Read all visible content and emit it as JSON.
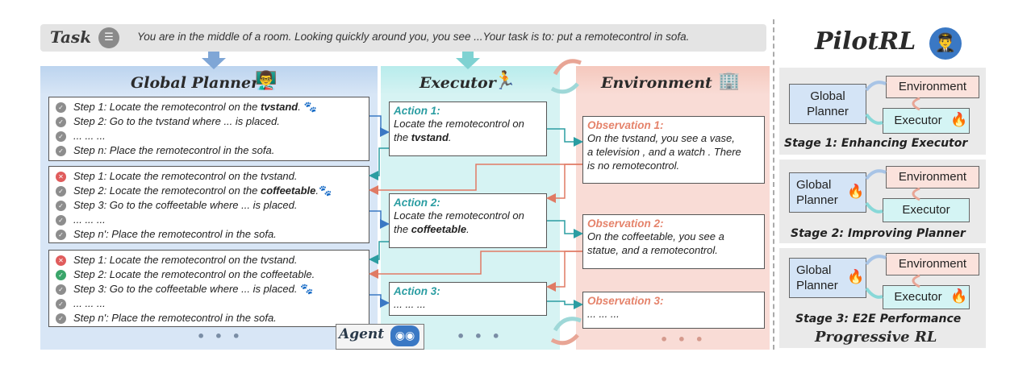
{
  "task": {
    "label": "Task",
    "icon": "task-list-icon",
    "text": "You are in the middle of a room. Looking quickly around you, you see ...Your task is to: put a remotecontrol in sofa."
  },
  "columns": {
    "global_planner": "Global Planner",
    "executor": "Executor",
    "environment": "Environment"
  },
  "planner_boxes": [
    {
      "steps": [
        {
          "status": "check",
          "text": "Step 1: Locate the remotecontrol on the ",
          "bold": "tvstand",
          "suffix": ".",
          "paw": true
        },
        {
          "status": "check",
          "text": "Step 2: Go to the tvstand where ... is placed.",
          "bold": "",
          "suffix": "",
          "paw": false
        },
        {
          "status": "check",
          "text": "... ... ...",
          "bold": "",
          "suffix": "",
          "paw": false
        },
        {
          "status": "check",
          "text": "Step n: Place the remotecontrol in the sofa.",
          "bold": "",
          "suffix": "",
          "paw": false
        }
      ]
    },
    {
      "steps": [
        {
          "status": "cross",
          "text": "Step 1: Locate the remotecontrol on the tvstand.",
          "bold": "",
          "suffix": "",
          "paw": false
        },
        {
          "status": "check",
          "text": "Step 2: Locate the remotecontrol on the ",
          "bold": "coffeetable",
          "suffix": ".",
          "paw": true
        },
        {
          "status": "check",
          "text": "Step 3: Go to the coffeetable where ... is placed.",
          "bold": "",
          "suffix": "",
          "paw": false
        },
        {
          "status": "check",
          "text": "... ... ...",
          "bold": "",
          "suffix": "",
          "paw": false
        },
        {
          "status": "check",
          "text": "Step n': Place the remotecontrol in the sofa.",
          "bold": "",
          "suffix": "",
          "paw": false
        }
      ]
    },
    {
      "steps": [
        {
          "status": "cross",
          "text": "Step 1: Locate the remotecontrol on the tvstand.",
          "bold": "",
          "suffix": "",
          "paw": false
        },
        {
          "status": "done",
          "text": "Step 2: Locate the remotecontrol on the coffeetable.",
          "bold": "",
          "suffix": "",
          "paw": false
        },
        {
          "status": "check",
          "text": "Step 3: Go to the coffeetable where ... is placed.",
          "bold": "",
          "suffix": "",
          "paw": true
        },
        {
          "status": "check",
          "text": "... ... ...",
          "bold": "",
          "suffix": "",
          "paw": false
        },
        {
          "status": "check",
          "text": "Step n': Place the remotecontrol in the sofa.",
          "bold": "",
          "suffix": "",
          "paw": false
        }
      ]
    }
  ],
  "actions": [
    {
      "title": "Action 1:",
      "lines": [
        "Locate the remotecontrol on",
        "the "
      ],
      "bold": "tvstand",
      "suffix": "."
    },
    {
      "title": "Action 2:",
      "lines": [
        "Locate the remotecontrol on",
        "the "
      ],
      "bold": "coffeetable",
      "suffix": "."
    },
    {
      "title": "Action 3:",
      "lines": [
        "... ... ..."
      ],
      "bold": "",
      "suffix": ""
    }
  ],
  "observations": [
    {
      "title": "Observation 1:",
      "lines": [
        "On the tvstand, you see a vase,",
        "a television , and a watch . There",
        "is no remotecontrol."
      ]
    },
    {
      "title": "Observation 2:",
      "lines": [
        "On the coffeetable, you see a",
        "statue, and a remotecontrol."
      ]
    },
    {
      "title": "Observation 3:",
      "lines": [
        "... ... ..."
      ]
    }
  ],
  "ellipsis": "• • •",
  "agent_label": "Agent",
  "pilot": {
    "title": "PilotRL",
    "stages": [
      {
        "planner": "Global Planner",
        "environment": "Environment",
        "executor": "Executor",
        "label": "Stage 1: Enhancing Executor",
        "planner_fire": false,
        "executor_fire": true
      },
      {
        "planner": "Global Planner",
        "environment": "Environment",
        "executor": "Executor",
        "label": "Stage 2: Improving Planner",
        "planner_fire": true,
        "executor_fire": false
      },
      {
        "planner": "Global Planner",
        "environment": "Environment",
        "executor": "Executor",
        "label": "Stage 3: E2E Performance",
        "planner_fire": true,
        "executor_fire": true
      }
    ],
    "footer": "Progressive RL"
  },
  "colors": {
    "planner_bg": "#d8e6f6",
    "executor_bg": "#d6f3f3",
    "environment_bg": "#f9dcd6",
    "action_title": "#2b9da2",
    "observation_title": "#e5836b",
    "arrow_blue": "#3a78c4",
    "arrow_teal": "#2b9da2",
    "arrow_red": "#e07a64"
  }
}
